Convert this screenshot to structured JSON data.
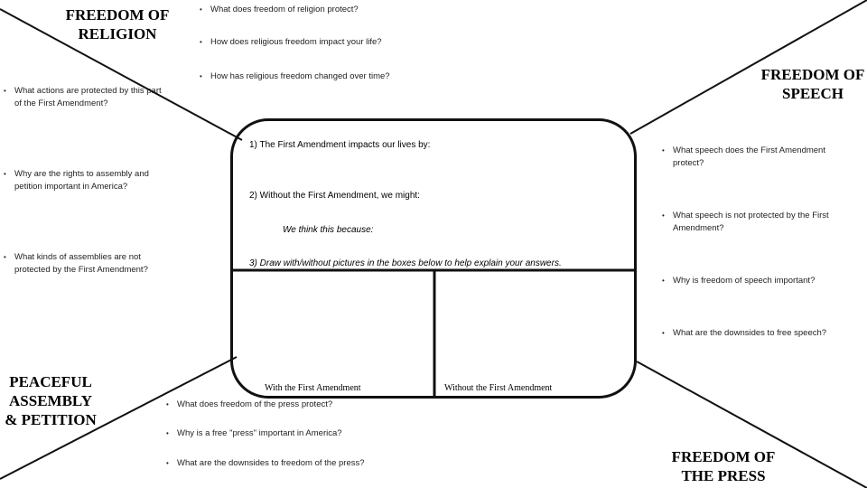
{
  "religion": {
    "title_line1": "FREEDOM OF",
    "title_line2": "RELIGION",
    "questions": [
      "What does freedom of religion protect?",
      "How does religious freedom impact your life?",
      "How has religious freedom changed over time?"
    ]
  },
  "speech": {
    "title_line1": "FREEDOM OF",
    "title_line2": "SPEECH",
    "questions": [
      "What speech does the First Amendment protect?",
      "What speech is not protected by the First Amendment?",
      "Why is freedom of speech important?",
      "What are the downsides to free speech?"
    ]
  },
  "assembly": {
    "title_line1": "PEACEFUL",
    "title_line2": "ASSEMBLY",
    "title_line3": "& PETITION",
    "questions": [
      "What actions are protected by this part of the First Amendment?",
      "Why are the rights to assembly and petition important in America?",
      "What kinds of assemblies are not protected by the First Amendment?"
    ]
  },
  "press": {
    "title_line1": "FREEDOM OF",
    "title_line2": "THE PRESS",
    "questions": [
      "What does freedom of the press protect?",
      "Why is a free \"press\" important in America?",
      "What are the downsides to freedom of the press?"
    ]
  },
  "center": {
    "prompt1": "1) The First Amendment impacts our lives by:",
    "prompt2": "2) Without the First Amendment, we might:",
    "reason": "We think this because:",
    "prompt3": "3) Draw with/without pictures in the boxes below to help explain your answers.",
    "with_caption": "With the First Amendment",
    "without_caption": "Without the First Amendment"
  }
}
